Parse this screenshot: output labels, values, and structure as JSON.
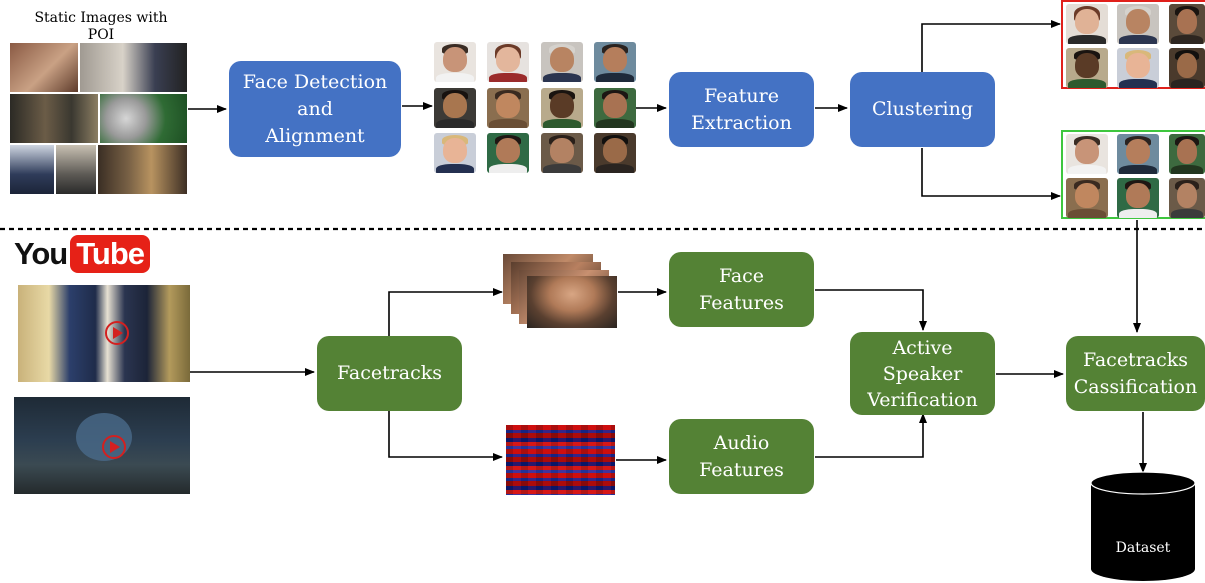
{
  "input": {
    "static_caption": "Static Images with\nPOI",
    "youtube_logo": {
      "you": "You",
      "tube": "Tube"
    }
  },
  "nodes": {
    "face_detection": "Face Detection\nand\nAlignment",
    "feature_extraction": "Feature\nExtraction",
    "clustering": "Clustering",
    "facetracks": "Facetracks",
    "face_features": "Face\nFeatures",
    "audio_features": "Audio\nFeatures",
    "active_speaker": "Active\nSpeaker\nVerification",
    "facetracks_classification": "Facetracks\nCassification",
    "dataset": "Dataset"
  },
  "colors": {
    "top_stage": "#4472c4",
    "bottom_stage": "#548235",
    "rejected_cluster_border": "#e0201b",
    "accepted_cluster_border": "#3ec63e",
    "youtube_red": "#e62117"
  }
}
